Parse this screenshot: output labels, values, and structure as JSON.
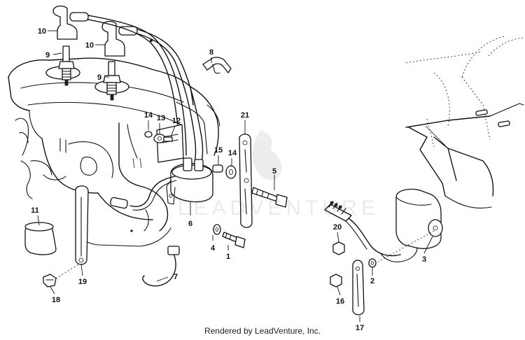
{
  "callouts": [
    {
      "label": "1"
    },
    {
      "label": "2"
    },
    {
      "label": "3"
    },
    {
      "label": "4"
    },
    {
      "label": "5"
    },
    {
      "label": "6"
    },
    {
      "label": "7"
    },
    {
      "label": "8"
    },
    {
      "label": "9"
    },
    {
      "label": "9"
    },
    {
      "label": "10"
    },
    {
      "label": "10"
    },
    {
      "label": "11"
    },
    {
      "label": "12"
    },
    {
      "label": "13"
    },
    {
      "label": "14"
    },
    {
      "label": "14"
    },
    {
      "label": "15"
    },
    {
      "label": "16"
    },
    {
      "label": "17"
    },
    {
      "label": "18"
    },
    {
      "label": "19"
    },
    {
      "label": "20"
    },
    {
      "label": "21"
    }
  ],
  "watermark": {
    "text": "LEADVENTURE",
    "icon": "flame-logo"
  },
  "footer": {
    "credit": "Rendered by LeadVenture, Inc."
  }
}
